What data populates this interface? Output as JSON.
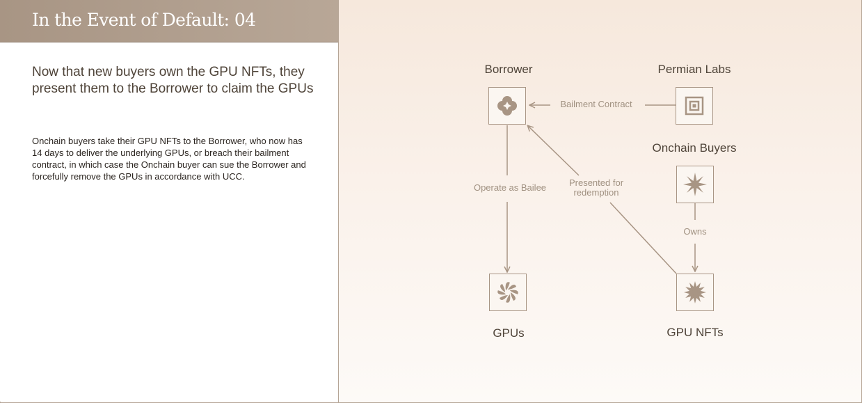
{
  "header": {
    "title": "In the Event of Default: 04"
  },
  "content": {
    "headline": "Now that new buyers own the GPU NFTs, they present them to the Borrower to claim the GPUs",
    "body": "Onchain buyers take their GPU NFTs to the Borrower, who now has 14 days to deliver the underlying GPUs, or breach their bailment contract, in which case the Onchain buyer can sue the Borrower and forcefully remove the GPUs in accordance with UCC."
  },
  "diagram": {
    "nodes": {
      "borrower": {
        "label": "Borrower",
        "icon": "clover-icon"
      },
      "permian_labs": {
        "label": "Permian Labs",
        "icon": "nested-square-icon"
      },
      "onchain_buyers": {
        "label": "Onchain Buyers",
        "icon": "starburst-icon"
      },
      "gpus": {
        "label": "GPUs",
        "icon": "swirl-flower-icon"
      },
      "gpu_nfts": {
        "label": "GPU NFTs",
        "icon": "spiky-flower-icon"
      }
    },
    "edges": {
      "bailment": "Bailment Contract",
      "bailee": "Operate as Bailee",
      "redemption_1": "Presented for",
      "redemption_2": "redemption",
      "owns": "Owns"
    }
  },
  "colors": {
    "header_bg": "#a89584",
    "line": "#a89584",
    "icon": "#a89584",
    "text_dark": "#4f4439",
    "edge_text": "#a09181"
  }
}
